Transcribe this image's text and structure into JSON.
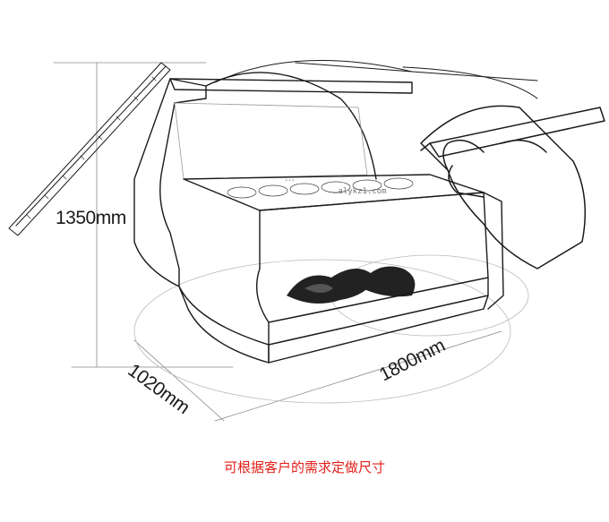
{
  "dimensions": {
    "height": "1350mm",
    "depth": "1020mm",
    "width": "1800mm"
  },
  "caption": "可根据客户的需求定做尺寸",
  "watermark": {
    "name": "…",
    "url": "…alykz1.com"
  },
  "colors": {
    "caption": "#e0201a",
    "line": "#1a1a1a"
  }
}
